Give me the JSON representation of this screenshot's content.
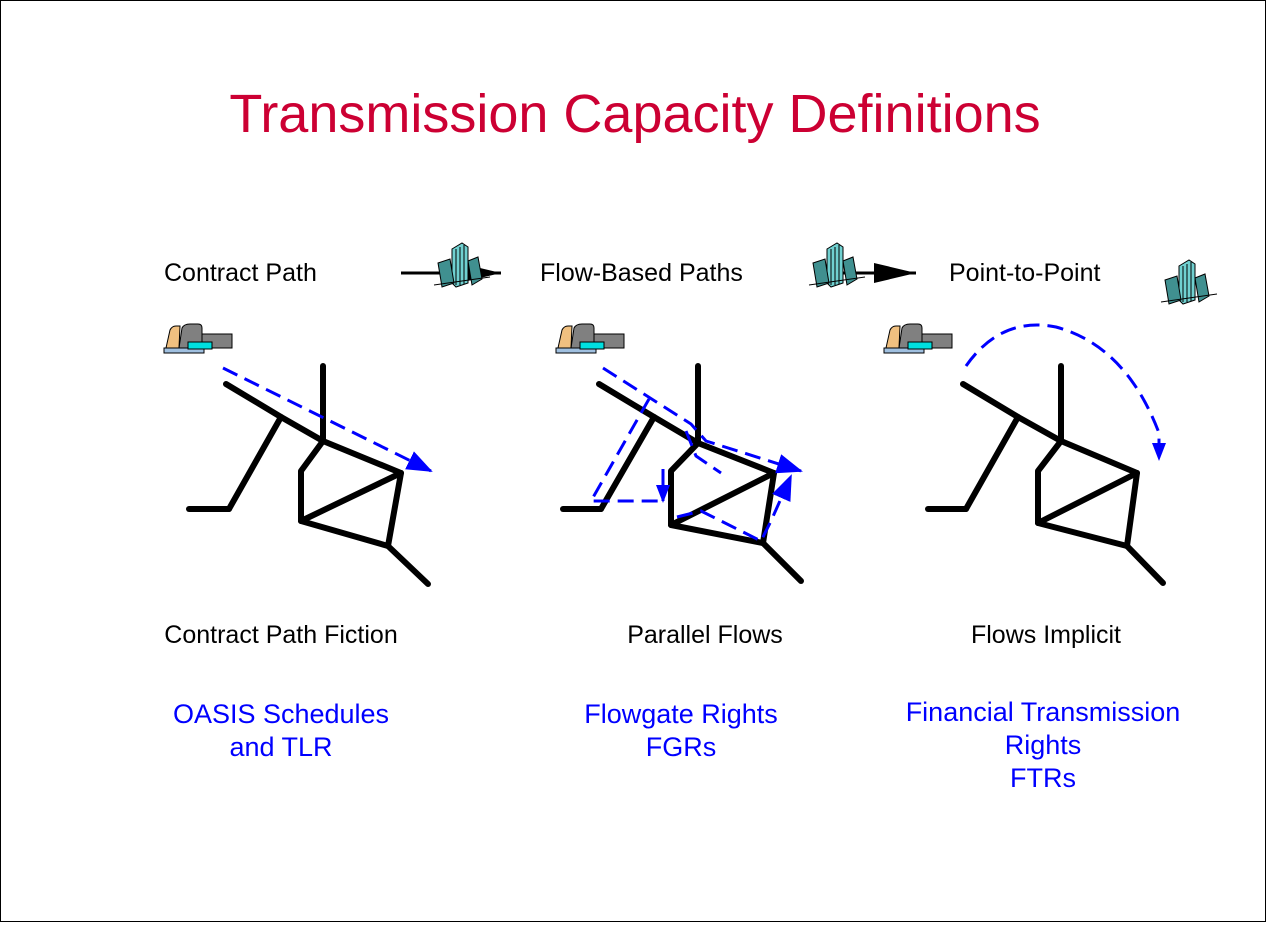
{
  "title": "Transmission Capacity Definitions",
  "stages": [
    "Contract Path",
    "Flow-Based Paths",
    "Point-to-Point"
  ],
  "captions": [
    "Contract Path Fiction",
    "Parallel Flows",
    "Flows Implicit"
  ],
  "rights": [
    [
      "OASIS Schedules",
      "and TLR"
    ],
    [
      "Flowgate Rights",
      "FGRs"
    ],
    [
      "Financial Transmission",
      "Rights",
      "FTRs"
    ]
  ],
  "colors": {
    "title": "#cc0033",
    "rights_text": "#0000ff",
    "flow_arrows": "#0000ff",
    "network_lines": "#000000"
  },
  "icons": [
    "power-plant-icon",
    "city-buildings-icon",
    "arrow-right-icon"
  ]
}
